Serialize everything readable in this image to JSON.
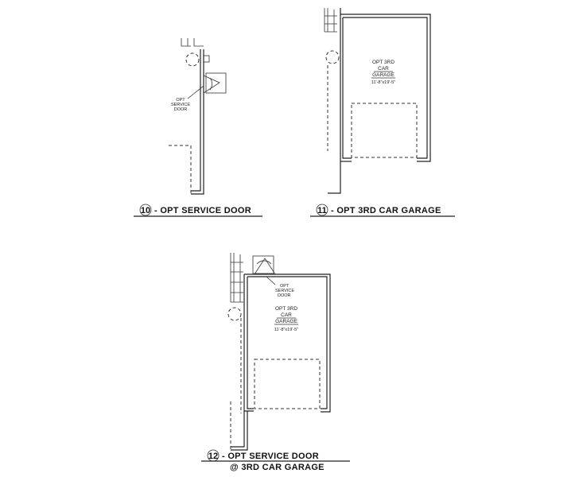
{
  "plan_10": {
    "number": "10",
    "caption": "- OPT SERVICE DOOR",
    "door_label_1": "OPT",
    "door_label_2": "SERVICE",
    "door_label_3": "DOOR"
  },
  "plan_11": {
    "number": "11",
    "caption": "- OPT 3RD CAR GARAGE",
    "room_line_1": "OPT 3RD",
    "room_line_2": "CAR",
    "room_line_3": "GARAGE",
    "room_dims": "11'-8\"x19'-5\""
  },
  "plan_12": {
    "number": "12",
    "caption_line_1": "- OPT SERVICE DOOR",
    "caption_line_2": "@ 3RD CAR GARAGE",
    "door_label_1": "OPT",
    "door_label_2": "SERVICE",
    "door_label_3": "DOOR",
    "room_line_1": "OPT 3RD",
    "room_line_2": "CAR",
    "room_line_3": "GARAGE",
    "room_dims": "11'-8\"x19'-5\""
  }
}
